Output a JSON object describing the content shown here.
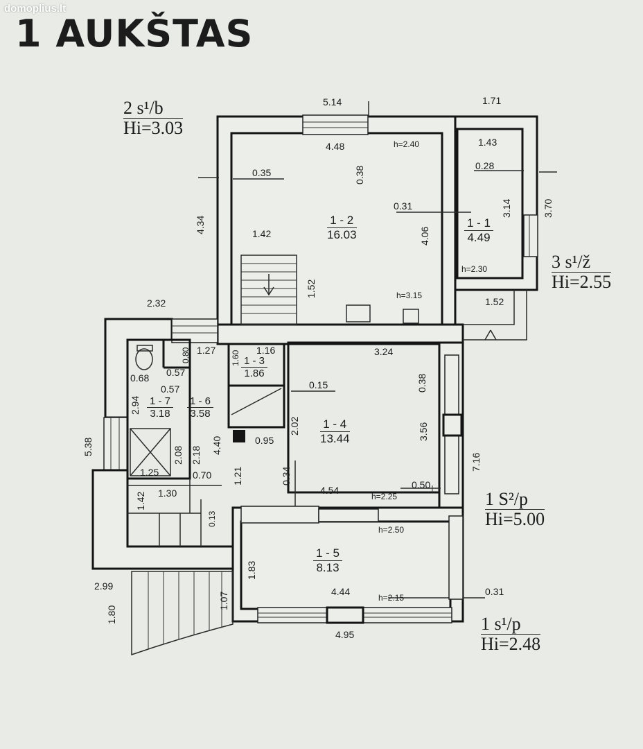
{
  "watermark": "domoplius.lt",
  "title": "1 AUKŠTAS",
  "rooms": [
    {
      "id": "1 - 2",
      "area": "16.03"
    },
    {
      "id": "1 - 1",
      "area": "4.49"
    },
    {
      "id": "1 - 3",
      "area": "1.86"
    },
    {
      "id": "1 - 4",
      "area": "13.44"
    },
    {
      "id": "1 - 5",
      "area": "8.13"
    },
    {
      "id": "1 - 6",
      "area": "3.58"
    },
    {
      "id": "1 - 7",
      "area": "3.18"
    }
  ],
  "wall_labels": [
    {
      "code": "2 s¹/b",
      "height": "Hi=3.03"
    },
    {
      "code": "3 s¹/ž",
      "height": "Hi=2.55"
    },
    {
      "code": "1 S²/p",
      "height": "Hi=5.00"
    },
    {
      "code": "1 s¹/p",
      "height": "Hi=2.48"
    }
  ],
  "ceiling_heights": [
    "h=2.40",
    "h=2.30",
    "h=3.15",
    "h=2.25",
    "h=2.50",
    "h=2.15"
  ],
  "dimensions": {
    "horizontal": [
      "5.14",
      "1.71",
      "4.48",
      "1.43",
      "0.28",
      "0.35",
      "0.31",
      "1.42",
      "1.52",
      "2.32",
      "1.27",
      "1.16",
      "3.24",
      "0.68",
      "0.57",
      "0.57",
      "0.15",
      "0.95",
      "0.70",
      "1.25",
      "1.30",
      "4.54",
      "0.50",
      "4.44",
      "0.31",
      "2.99",
      "4.95"
    ],
    "vertical": [
      "0.38",
      "4.34",
      "4.06",
      "3.14",
      "3.70",
      "1.52",
      "0.80",
      "1.60",
      "0.38",
      "2.94",
      "2.02",
      "3.56",
      "5.38",
      "4.40",
      "2.08",
      "2.18",
      "7.16",
      "1.21",
      "0.34",
      "1.42",
      "0.13",
      "1.83",
      "1.07",
      "1.80"
    ]
  }
}
